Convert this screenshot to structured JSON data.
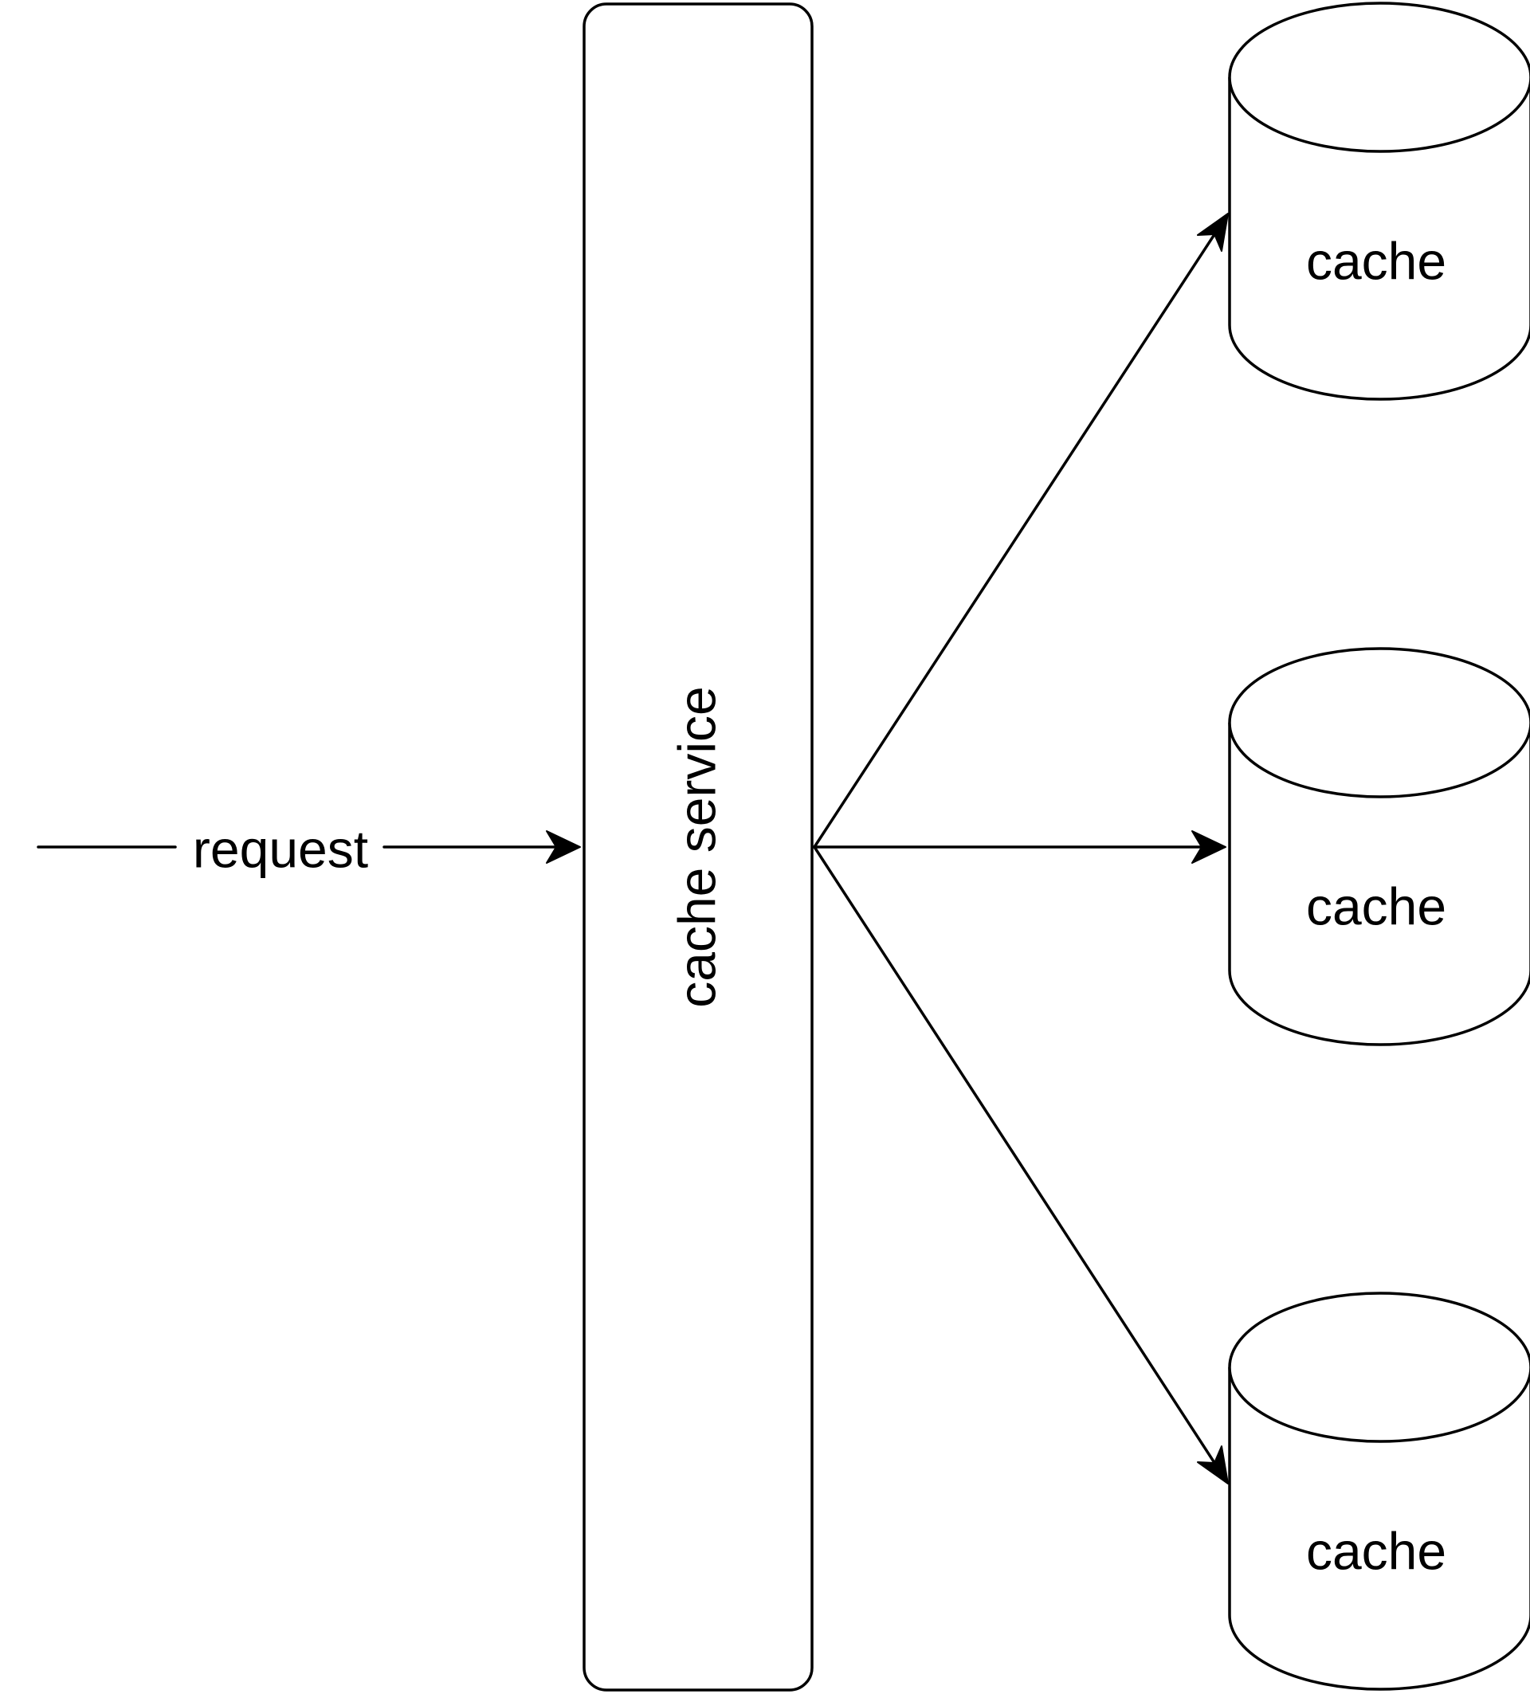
{
  "diagram": {
    "request_label": "request",
    "service_label": "cache service",
    "cache_nodes": [
      {
        "label": "cache"
      },
      {
        "label": "cache"
      },
      {
        "label": "cache"
      }
    ],
    "colors": {
      "stroke": "#000000",
      "fill": "#ffffff",
      "text": "#000000"
    }
  }
}
